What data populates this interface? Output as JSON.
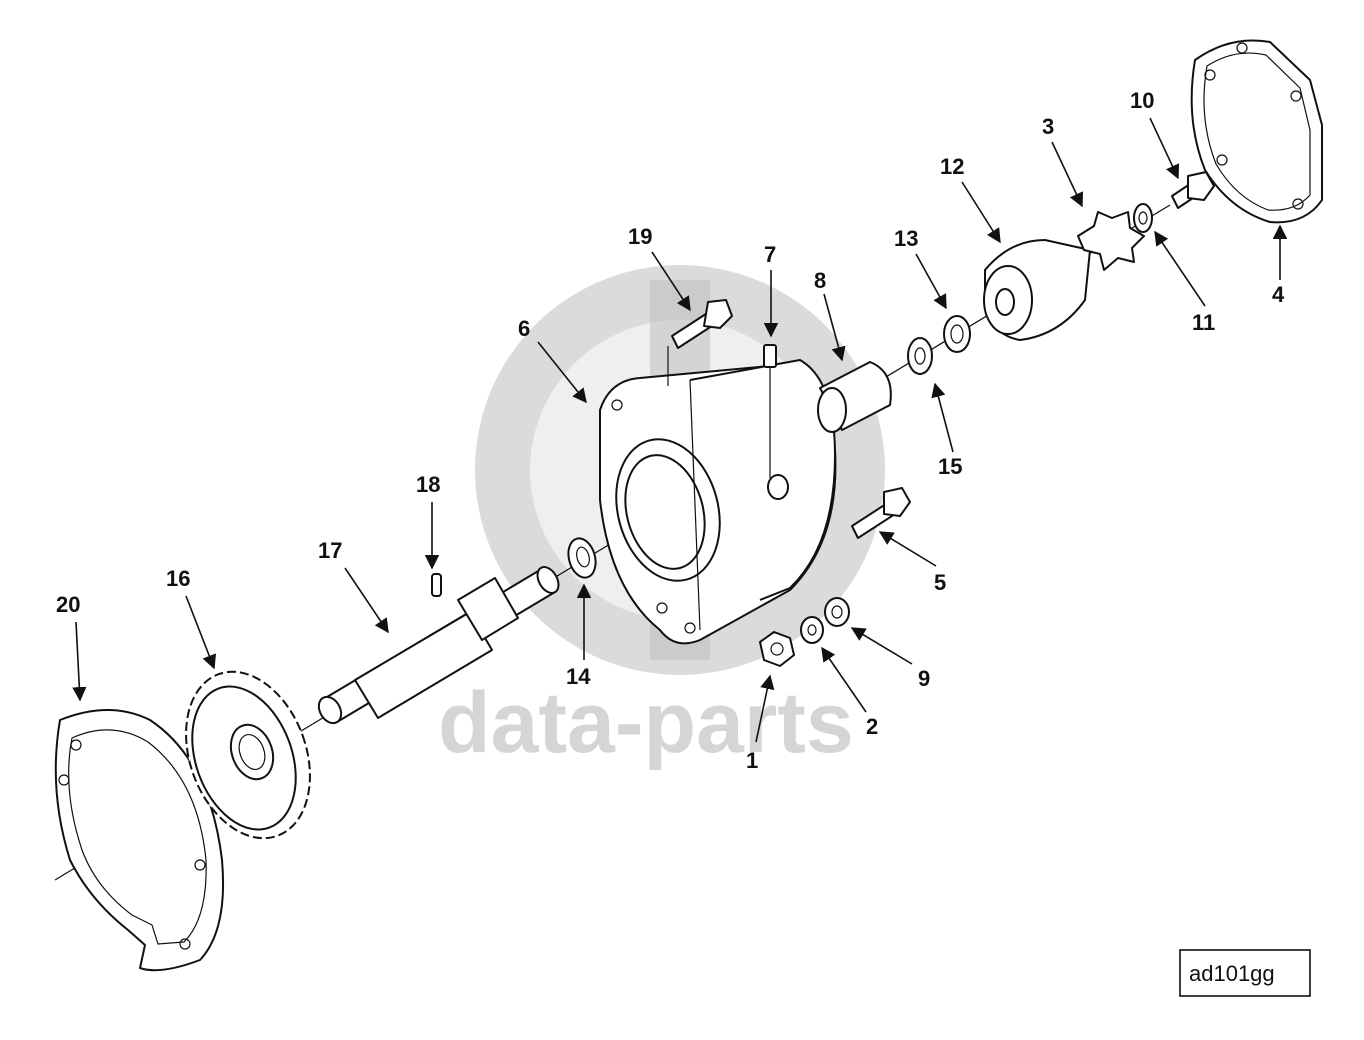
{
  "watermark": {
    "text": "data-parts"
  },
  "reference_code": "ad101gg",
  "callouts": [
    {
      "id": "c1",
      "label": "1"
    },
    {
      "id": "c2",
      "label": "2"
    },
    {
      "id": "c3",
      "label": "3"
    },
    {
      "id": "c4",
      "label": "4"
    },
    {
      "id": "c5",
      "label": "5"
    },
    {
      "id": "c6",
      "label": "6"
    },
    {
      "id": "c7",
      "label": "7"
    },
    {
      "id": "c8",
      "label": "8"
    },
    {
      "id": "c9",
      "label": "9"
    },
    {
      "id": "c10",
      "label": "10"
    },
    {
      "id": "c11",
      "label": "11"
    },
    {
      "id": "c12",
      "label": "12"
    },
    {
      "id": "c13",
      "label": "13"
    },
    {
      "id": "c14",
      "label": "14"
    },
    {
      "id": "c15",
      "label": "15"
    },
    {
      "id": "c16",
      "label": "16"
    },
    {
      "id": "c17",
      "label": "17"
    },
    {
      "id": "c18",
      "label": "18"
    },
    {
      "id": "c19",
      "label": "19"
    },
    {
      "id": "c20",
      "label": "20"
    }
  ]
}
